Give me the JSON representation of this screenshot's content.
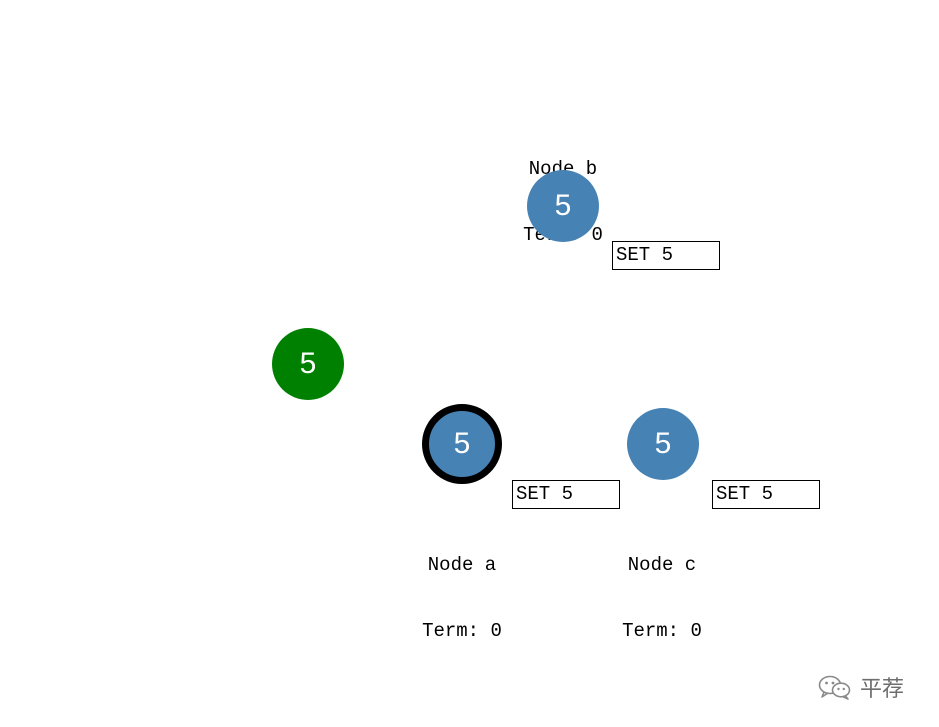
{
  "client": {
    "value": "5",
    "color": "#008000"
  },
  "nodes": {
    "b": {
      "value": "5",
      "name": "Node b",
      "term": "Term: 0",
      "log": "SET 5",
      "color": "#4682b4"
    },
    "a": {
      "value": "5",
      "name": "Node a",
      "term": "Term: 0",
      "log": "SET 5",
      "color": "#4682b4",
      "leader": true
    },
    "c": {
      "value": "5",
      "name": "Node c",
      "term": "Term: 0",
      "log": "SET 5",
      "color": "#4682b4"
    }
  },
  "watermark": {
    "text": "平荐",
    "icon": "wechat-icon"
  }
}
